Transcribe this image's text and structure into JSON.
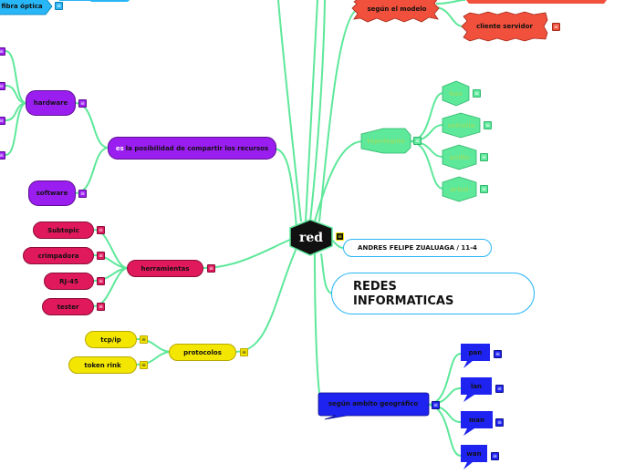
{
  "central": {
    "label": "red"
  },
  "title": {
    "line1": "REDES",
    "line2": "INFORMATICAS"
  },
  "author": {
    "label": "ANDRES FELIPE ZUALUAGA / 11-4"
  },
  "recursos": {
    "prefix": "es",
    "label": "la posibilidad de compartir los recursos",
    "hardware": "hardware",
    "software": "software",
    "fibra": "fibra óptica"
  },
  "herramientas": {
    "label": "herramientas",
    "items": [
      "Subtopic",
      "crimpadora",
      "RJ-45",
      "tester"
    ]
  },
  "protocolos": {
    "label": "protocolos",
    "items": [
      "tcp/ip",
      "token rink"
    ]
  },
  "topologias": {
    "label": "topologias",
    "items": [
      "bus",
      "estrella",
      "anillo",
      "arbol"
    ]
  },
  "modelo": {
    "label": "según el modelo",
    "cliente": "cliente servidor"
  },
  "ambito": {
    "label": "según ambito geográfico",
    "items": [
      "pan",
      "lan",
      "man",
      "wan"
    ]
  },
  "colors": {
    "yellow": "#f3e600",
    "red": "#e0185c",
    "purple": "#9b1ef0",
    "green": "#5de89a",
    "blue": "#1f23f0",
    "orange": "#f0503c",
    "line": "#5de89a",
    "cyan": "#29b6f6"
  },
  "icons": {
    "menu": "hamburger-menu-icon"
  }
}
